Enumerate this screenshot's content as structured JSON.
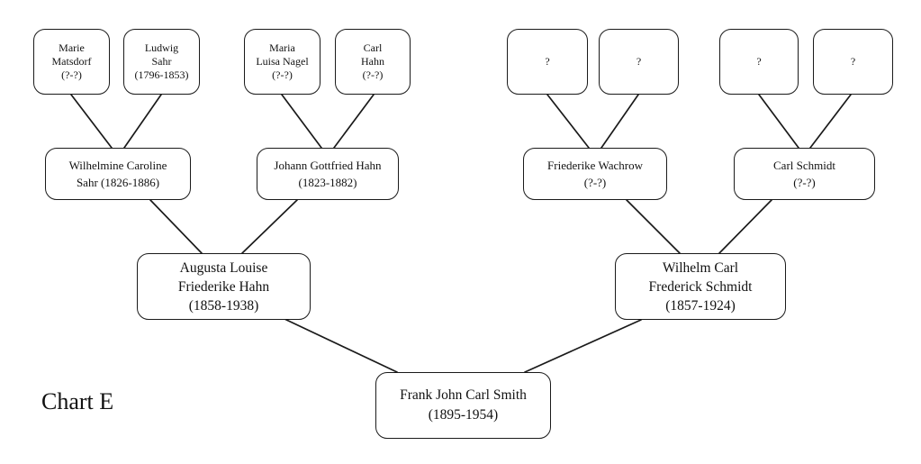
{
  "chart": {
    "label": "Chart E"
  },
  "colors": {
    "background": "#ffffff",
    "box_border": "#1a1a1a",
    "connector_line": "#1a1a1a",
    "text": "#111111"
  },
  "people": {
    "marie_matsdorf": {
      "name": "Marie Matsdorf",
      "years": "(?-?)",
      "label": "Marie\nMatsdorf\n(?-?)"
    },
    "ludwig_sahr": {
      "name": "Ludwig Sahr",
      "years": "(1796-1853)",
      "label": "Ludwig\nSahr\n(1796-1853)"
    },
    "maria_luisa_nagel": {
      "name": "Maria Luisa Nagel",
      "years": "(?-?)",
      "label": "Maria\nLuisa Nagel\n(?-?)"
    },
    "carl_hahn": {
      "name": "Carl Hahn",
      "years": "(?-?)",
      "label": "Carl\nHahn\n(?-?)"
    },
    "unknown_1": {
      "name": "?",
      "label": "?"
    },
    "unknown_2": {
      "name": "?",
      "label": "?"
    },
    "unknown_3": {
      "name": "?",
      "label": "?"
    },
    "unknown_4": {
      "name": "?",
      "label": "?"
    },
    "wilhelmine_caroline_sahr": {
      "name": "Wilhelmine Caroline Sahr",
      "years": "(1826-1886)",
      "label": "Wilhelmine Caroline\nSahr (1826-1886)"
    },
    "johann_gottfried_hahn": {
      "name": "Johann Gottfried Hahn",
      "years": "(1823-1882)",
      "label": "Johann Gottfried Hahn\n(1823-1882)"
    },
    "friederike_wachrow": {
      "name": "Friederike Wachrow",
      "years": "(?-?)",
      "label": "Friederike Wachrow\n(?-?)"
    },
    "carl_schmidt": {
      "name": "Carl Schmidt",
      "years": "(?-?)",
      "label": "Carl Schmidt\n(?-?)"
    },
    "augusta_louise_friederike_hahn": {
      "name": "Augusta Louise Friederike Hahn",
      "years": "(1858-1938)",
      "label": "Augusta Louise\nFriederike Hahn\n(1858-1938)"
    },
    "wilhelm_carl_frederick_schmidt": {
      "name": "Wilhelm Carl Frederick Schmidt",
      "years": "(1857-1924)",
      "label": "Wilhelm Carl\nFrederick Schmidt\n(1857-1924)"
    },
    "frank_john_carl_smith": {
      "name": "Frank John Carl Smith",
      "years": "(1895-1954)",
      "label": "Frank John Carl Smith\n(1895-1954)"
    }
  },
  "connections": [
    {
      "parent": "marie_matsdorf",
      "child": "wilhelmine_caroline_sahr"
    },
    {
      "parent": "ludwig_sahr",
      "child": "wilhelmine_caroline_sahr"
    },
    {
      "parent": "maria_luisa_nagel",
      "child": "johann_gottfried_hahn"
    },
    {
      "parent": "carl_hahn",
      "child": "johann_gottfried_hahn"
    },
    {
      "parent": "unknown_1",
      "child": "friederike_wachrow"
    },
    {
      "parent": "unknown_2",
      "child": "friederike_wachrow"
    },
    {
      "parent": "unknown_3",
      "child": "carl_schmidt"
    },
    {
      "parent": "unknown_4",
      "child": "carl_schmidt"
    },
    {
      "parent": "wilhelmine_caroline_sahr",
      "child": "augusta_louise_friederike_hahn"
    },
    {
      "parent": "johann_gottfried_hahn",
      "child": "augusta_louise_friederike_hahn"
    },
    {
      "parent": "friederike_wachrow",
      "child": "wilhelm_carl_frederick_schmidt"
    },
    {
      "parent": "carl_schmidt",
      "child": "wilhelm_carl_frederick_schmidt"
    },
    {
      "parent": "augusta_louise_friederike_hahn",
      "child": "frank_john_carl_smith"
    },
    {
      "parent": "wilhelm_carl_frederick_schmidt",
      "child": "frank_john_carl_smith"
    }
  ]
}
